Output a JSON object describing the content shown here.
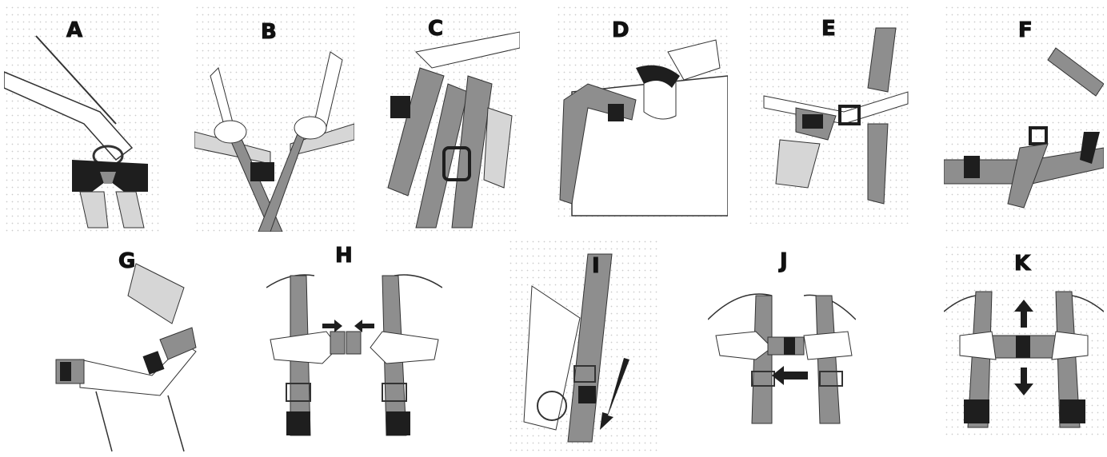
{
  "steps": [
    {
      "label": "A",
      "name": "step-a"
    },
    {
      "label": "B",
      "name": "step-b"
    },
    {
      "label": "C",
      "name": "step-c"
    },
    {
      "label": "D",
      "name": "step-d"
    },
    {
      "label": "E",
      "name": "step-e"
    },
    {
      "label": "F",
      "name": "step-f"
    },
    {
      "label": "G",
      "name": "step-g"
    },
    {
      "label": "H",
      "name": "step-h"
    },
    {
      "label": "I",
      "name": "step-i"
    },
    {
      "label": "J",
      "name": "step-j"
    },
    {
      "label": "K",
      "name": "step-k"
    }
  ],
  "colors": {
    "strap": "#8e8e8e",
    "buckle": "#1e1e1e",
    "outline": "#333333",
    "light": "#d6d6d6"
  }
}
